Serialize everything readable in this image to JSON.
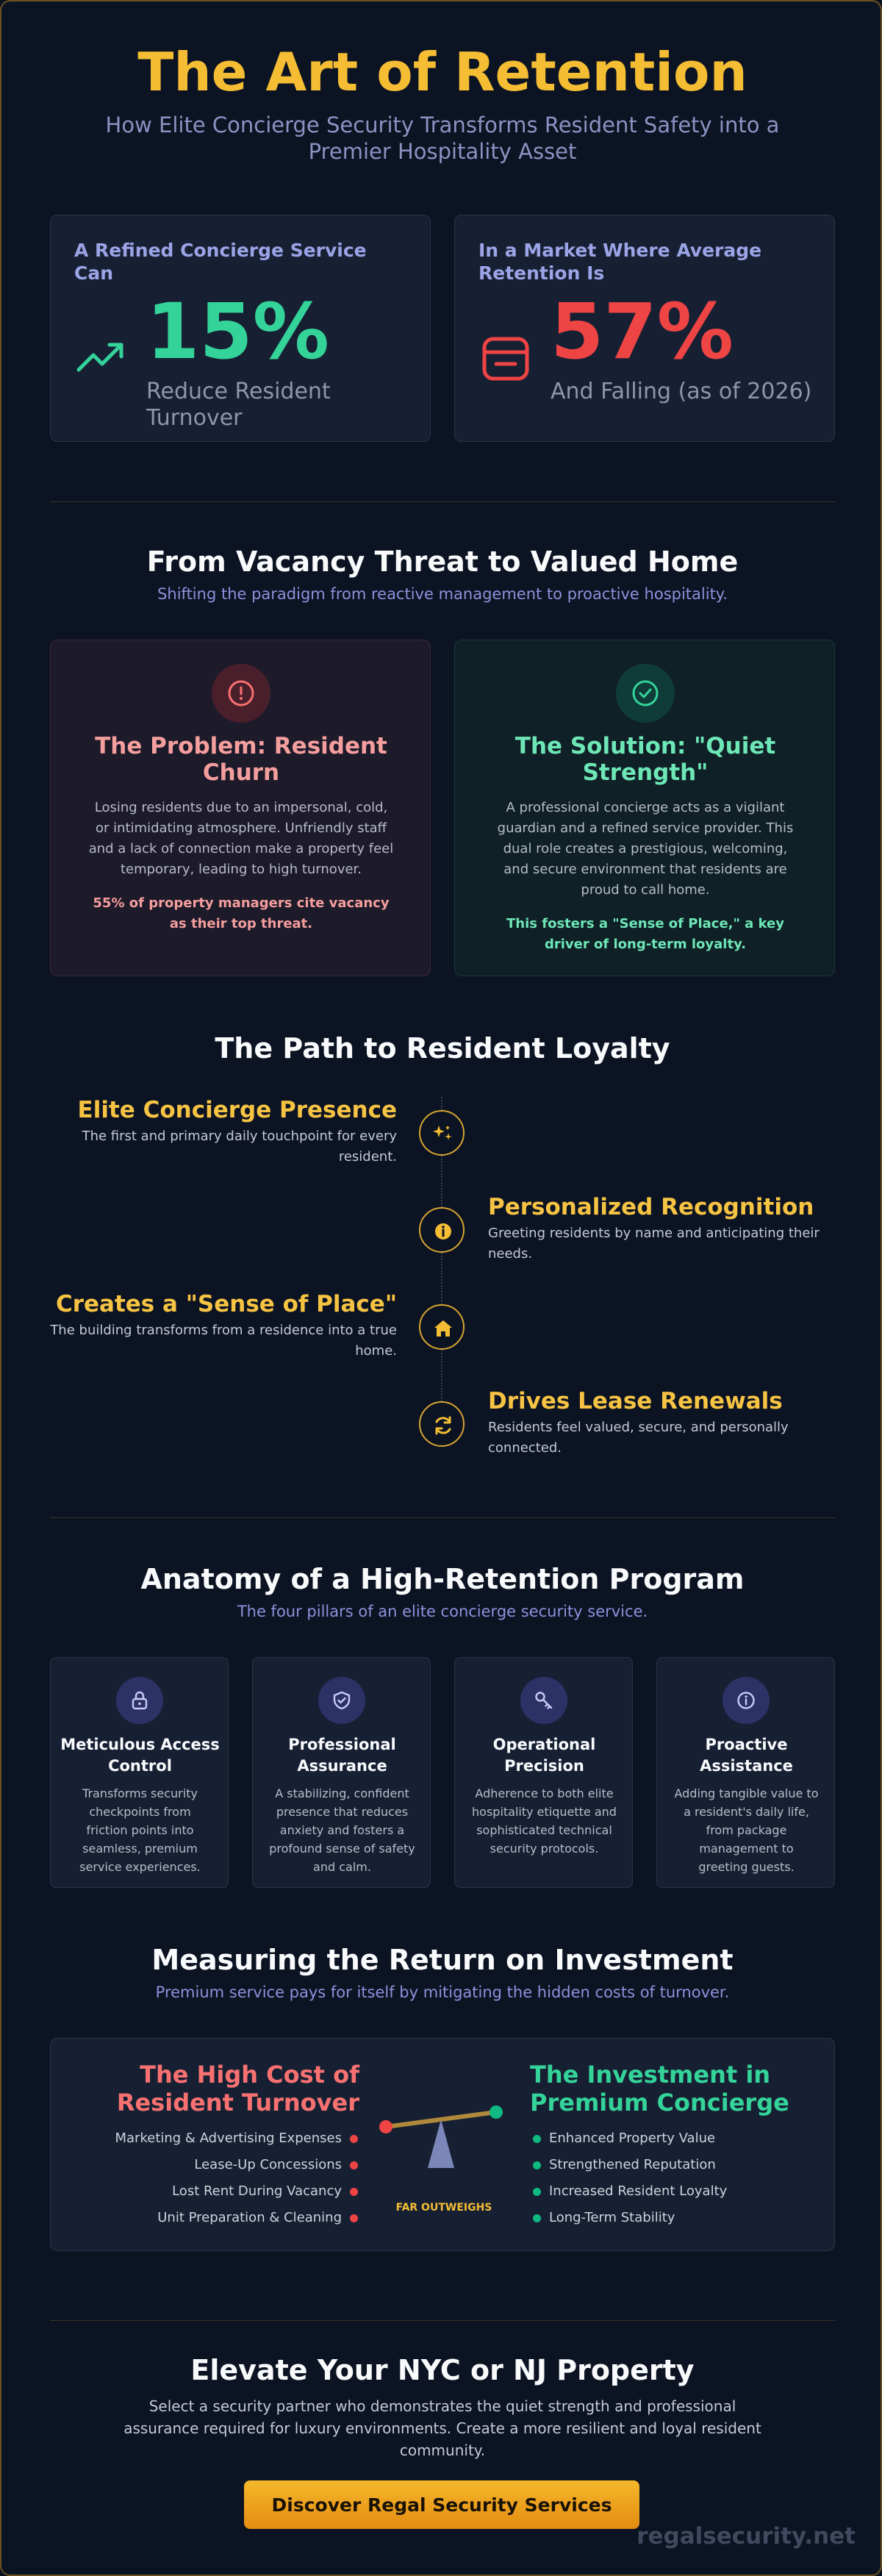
{
  "hero": {
    "title": "The Art of Retention",
    "subtitle": "How Elite Concierge Security Transforms Resident Safety into a Premier Hospitality Asset"
  },
  "stats": [
    {
      "label": "A Refined Concierge Service Can",
      "value": "15%",
      "desc": "Reduce Resident Turnover",
      "icon": "trending-up-icon",
      "color": "#34d399"
    },
    {
      "label": "In a Market Where Average Retention Is",
      "value": "57%",
      "desc": "And Falling (as of 2026)",
      "icon": "inbox-icon",
      "color": "#ef4444"
    }
  ],
  "vacancy": {
    "title": "From Vacancy Threat to Valued Home",
    "subtitle": "Shifting the paradigm from reactive management to proactive hospitality.",
    "problem": {
      "title": "The Problem: Resident Churn",
      "body": "Losing residents due to an impersonal, cold, or intimidating atmosphere. Unfriendly staff and a lack of connection make a property feel temporary, leading to high turnover.",
      "highlight": "55% of property managers cite vacancy as their top threat."
    },
    "solution": {
      "title": "The Solution: \"Quiet Strength\"",
      "body": "A professional concierge acts as a vigilant guardian and a refined service provider. This dual role creates a prestigious, welcoming, and secure environment that residents are proud to call home.",
      "highlight": "This fosters a \"Sense of Place,\" a key driver of long-term loyalty."
    }
  },
  "path": {
    "title": "The Path to Resident Loyalty",
    "steps": [
      {
        "title": "Elite Concierge Presence",
        "desc": "The first and primary daily touchpoint for every resident."
      },
      {
        "title": "Personalized Recognition",
        "desc": "Greeting residents by name and anticipating their needs."
      },
      {
        "title": "Creates a \"Sense of Place\"",
        "desc": "The building transforms from a residence into a true home."
      },
      {
        "title": "Drives Lease Renewals",
        "desc": "Residents feel valued, secure, and personally connected."
      }
    ]
  },
  "anatomy": {
    "title": "Anatomy of a High-Retention Program",
    "subtitle": "The four pillars of an elite concierge security service.",
    "pillars": [
      {
        "title": "Meticulous Access Control",
        "desc": "Transforms security checkpoints from friction points into seamless, premium service experiences.",
        "icon": "lock-icon"
      },
      {
        "title": "Professional Assurance",
        "desc": "A stabilizing, confident presence that reduces anxiety and fosters a profound sense of safety and calm.",
        "icon": "shield-check-icon"
      },
      {
        "title": "Operational Precision",
        "desc": "Adherence to both elite hospitality etiquette and sophisticated technical security protocols.",
        "icon": "key-icon"
      },
      {
        "title": "Proactive Assistance",
        "desc": "Adding tangible value to a resident's daily life, from package management to greeting guests.",
        "icon": "info-icon"
      }
    ]
  },
  "roi": {
    "title": "Measuring the Return on Investment",
    "subtitle": "Premium service pays for itself by mitigating the hidden costs of turnover.",
    "cost_title": "The High Cost of Resident Turnover",
    "costs": [
      "Marketing & Advertising Expenses",
      "Lease-Up Concessions",
      "Lost Rent During Vacancy",
      "Unit Preparation & Cleaning"
    ],
    "scale_label": "FAR OUTWEIGHS",
    "invest_title": "The Investment in Premium Concierge",
    "benefits": [
      "Enhanced Property Value",
      "Strengthened Reputation",
      "Increased Resident Loyalty",
      "Long-Term Stability"
    ]
  },
  "cta": {
    "title": "Elevate Your NYC or NJ Property",
    "body": "Select a security partner who demonstrates the quiet strength and professional assurance required for luxury environments. Create a more resilient and loyal resident community.",
    "button": "Discover Regal Security Services"
  },
  "brand": "regalsecurity.net"
}
